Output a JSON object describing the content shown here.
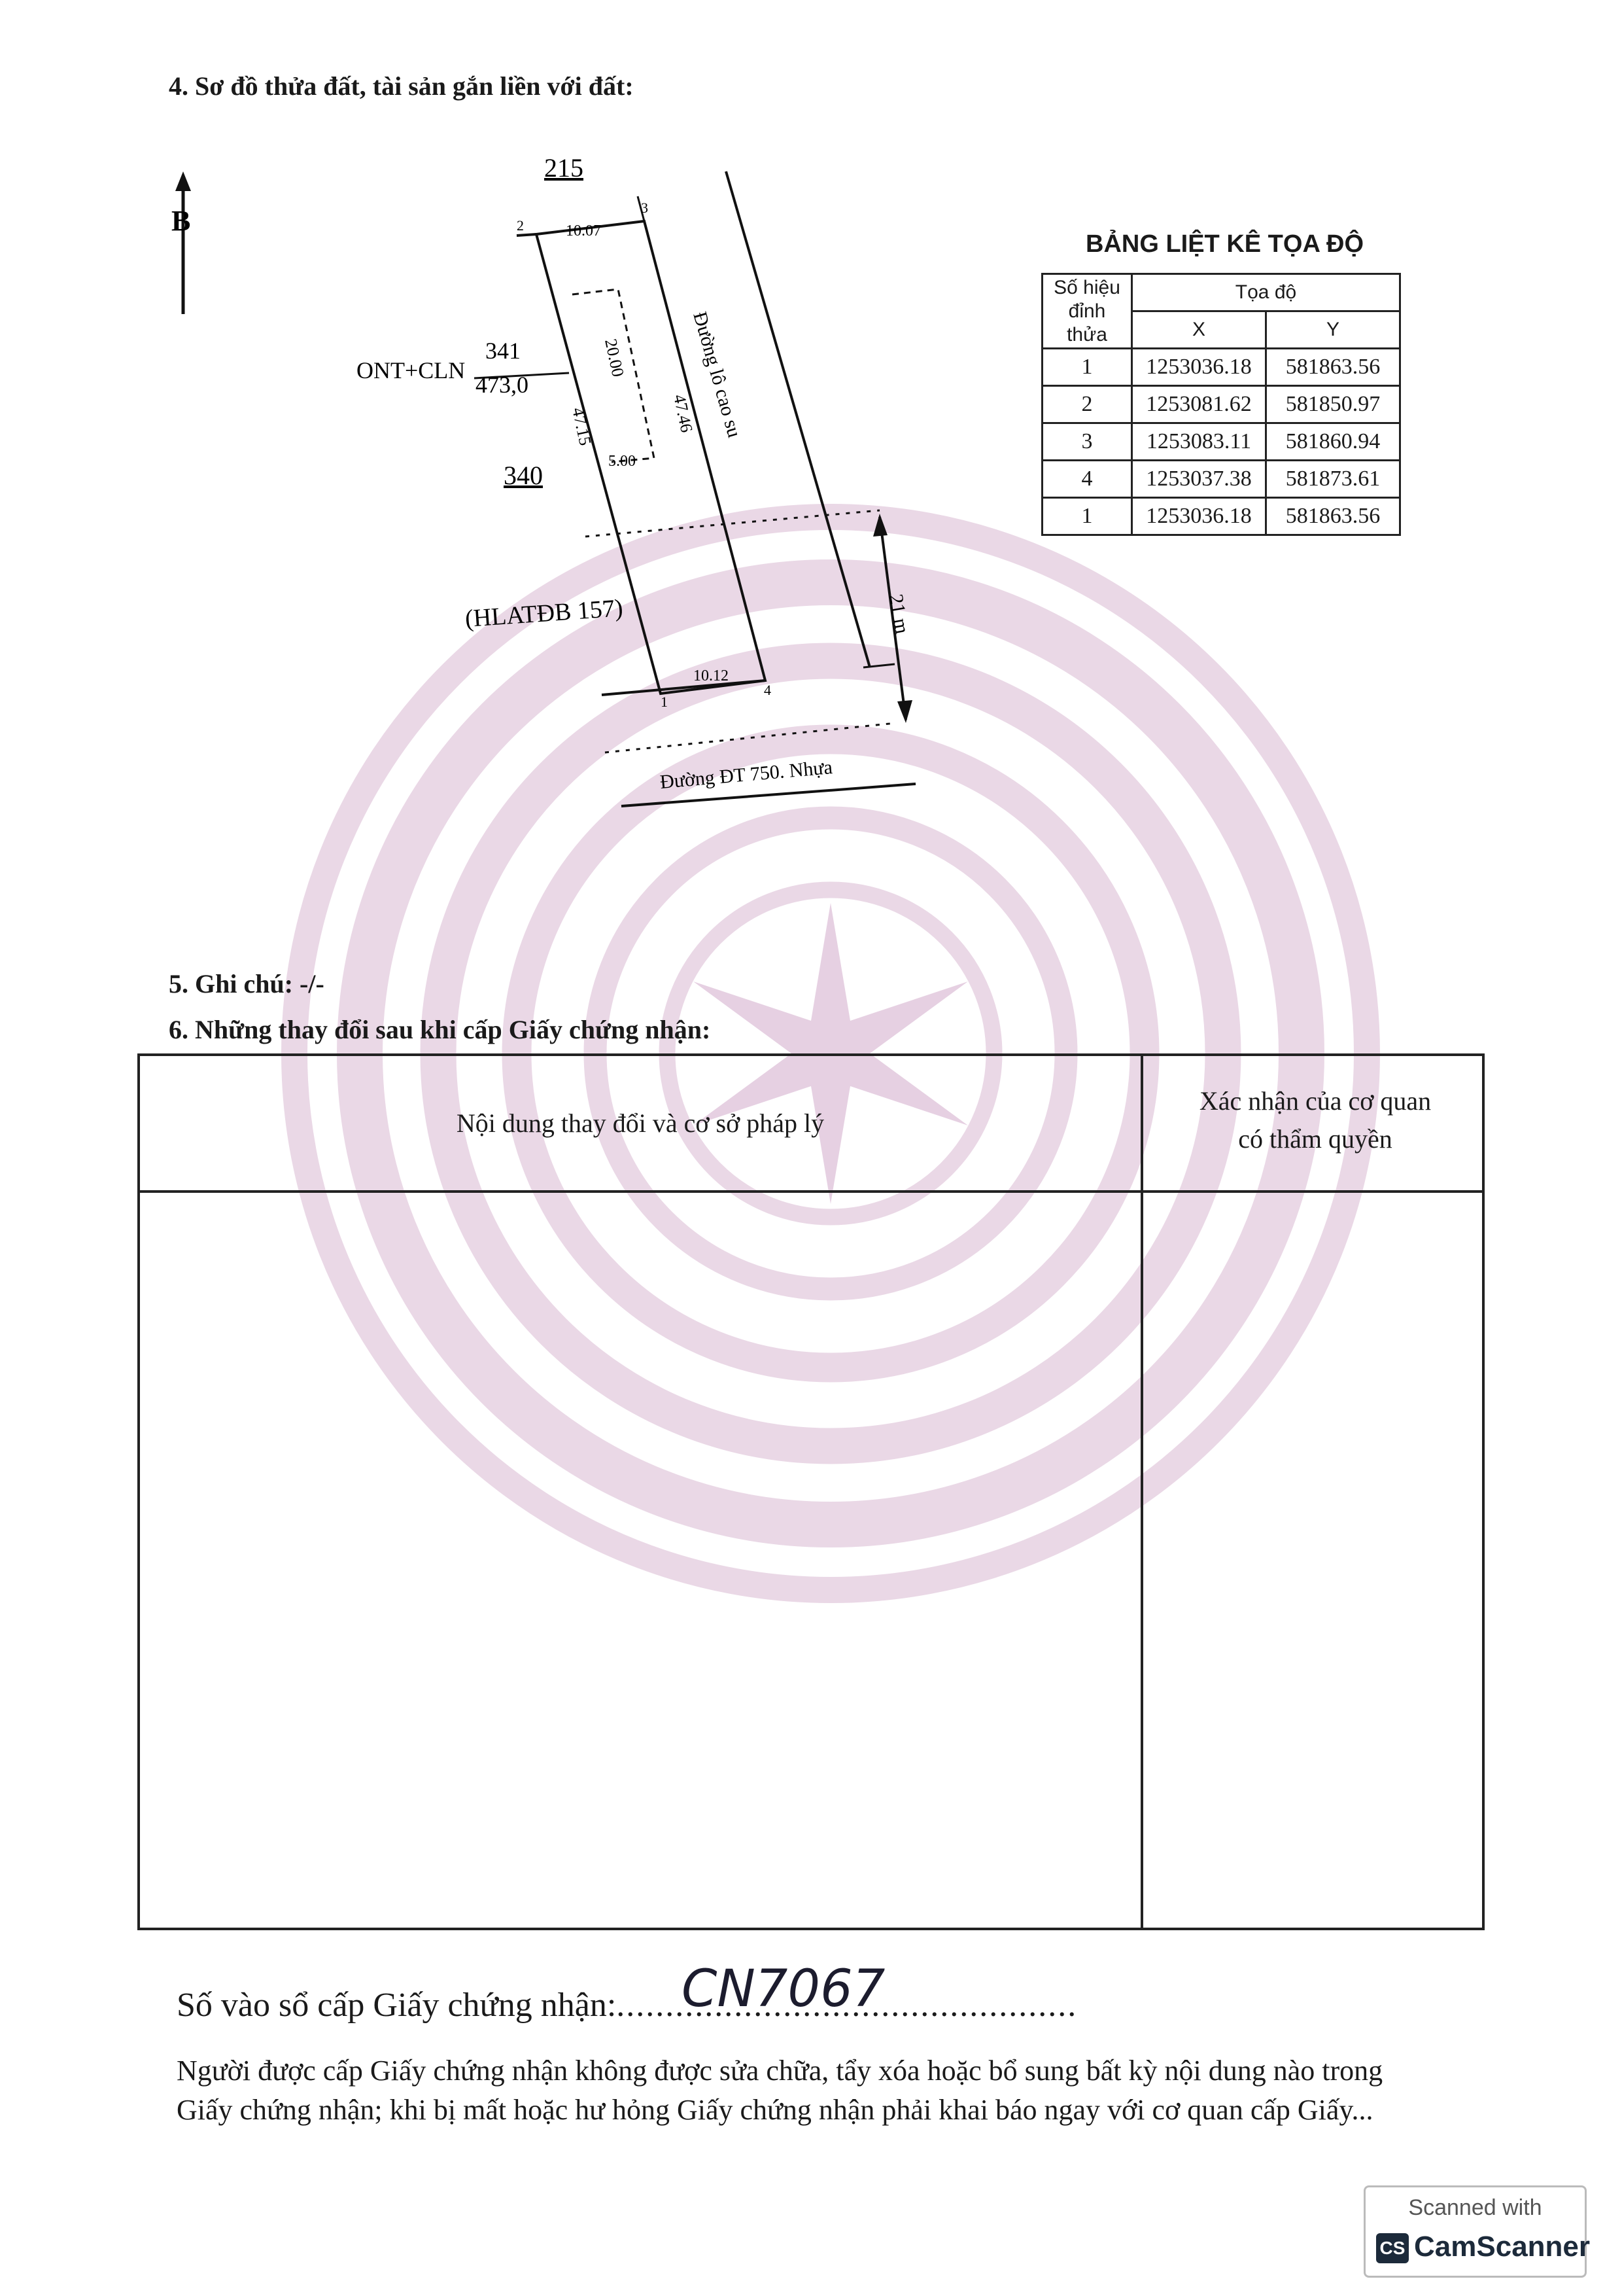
{
  "section4": {
    "heading": "4. Sơ đồ thửa đất, tài sản gắn liền với đất:",
    "north_label": "B",
    "parcel_label_215": "215",
    "parcel_label_340": "340",
    "parcel_number": "341",
    "land_use": "ONT+CLN",
    "area": "473,0",
    "safety_corridor": "(HLATĐB 157)",
    "road_side": "Đường lô cao su",
    "road_bottom": "Đường ĐT 750. Nhựa",
    "dim_top": "10.07",
    "dim_bottom": "10.12",
    "dim_left": "47.15",
    "dim_right": "47.46",
    "dim_inner_long": "20.00",
    "dim_inner_short": "5.00",
    "dim_corridor": "21 m",
    "vertex_1": "1",
    "vertex_2": "2",
    "vertex_3": "3",
    "vertex_4": "4"
  },
  "coordinate_table": {
    "title": "BẢNG LIỆT KÊ TỌA ĐỘ",
    "header_vertex": "Số hiệu đỉnh thửa",
    "header_coords": "Tọa độ",
    "header_x": "X",
    "header_y": "Y",
    "rows": [
      {
        "vertex": "1",
        "x": "1253036.18",
        "y": "581863.56"
      },
      {
        "vertex": "2",
        "x": "1253081.62",
        "y": "581850.97"
      },
      {
        "vertex": "3",
        "x": "1253083.11",
        "y": "581860.94"
      },
      {
        "vertex": "4",
        "x": "1253037.38",
        "y": "581873.61"
      },
      {
        "vertex": "1",
        "x": "1253036.18",
        "y": "581863.56"
      }
    ]
  },
  "section5": {
    "heading": "5. Ghi chú: -/-"
  },
  "section6": {
    "heading": "6. Những thay đổi sau khi cấp Giấy chứng nhận:",
    "col_content": "Nội dung thay đổi và cơ sở pháp lý",
    "col_confirm_line1": "Xác nhận của cơ quan",
    "col_confirm_line2": "có thẩm quyền"
  },
  "registration": {
    "label": "Số vào sổ cấp Giấy chứng nhận:",
    "dots": "...............................................",
    "number": "CN7067"
  },
  "notice": {
    "line1": "Người được cấp Giấy chứng nhận không được sửa chữa, tẩy xóa hoặc bổ sung bất kỳ nội dung nào trong",
    "line2": "Giấy chứng nhận; khi bị mất hoặc hư hỏng Giấy chứng nhận phải khai báo ngay với cơ quan cấp Giấy..."
  },
  "scanner_badge": {
    "scanned_with": "Scanned with",
    "logo": "CS",
    "name": "CamScanner"
  },
  "colors": {
    "watermark": "#e8d4e4",
    "ink": "#1a1a1a"
  }
}
